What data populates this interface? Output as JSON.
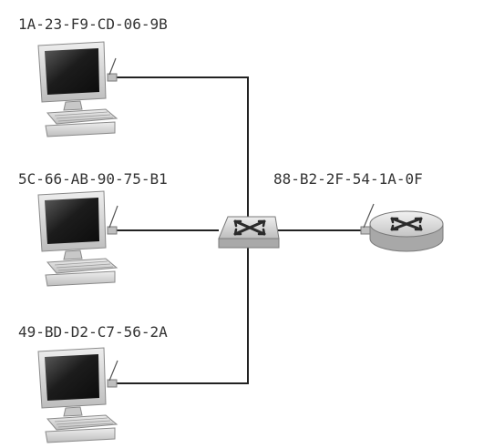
{
  "diagram": {
    "hosts": [
      {
        "mac": "1A-23-F9-CD-06-9B"
      },
      {
        "mac": "5C-66-AB-90-75-B1"
      },
      {
        "mac": "49-BD-D2-C7-56-2A"
      }
    ],
    "router": {
      "mac": "88-B2-2F-54-1A-0F"
    },
    "colors": {
      "line": "#222222",
      "device_body": "#d6d6d6",
      "screen": "#1a1a1a",
      "label": "#333333"
    },
    "icons": {
      "host": "desktop-computer-icon",
      "switch": "ethernet-switch-icon",
      "router": "router-icon"
    }
  }
}
